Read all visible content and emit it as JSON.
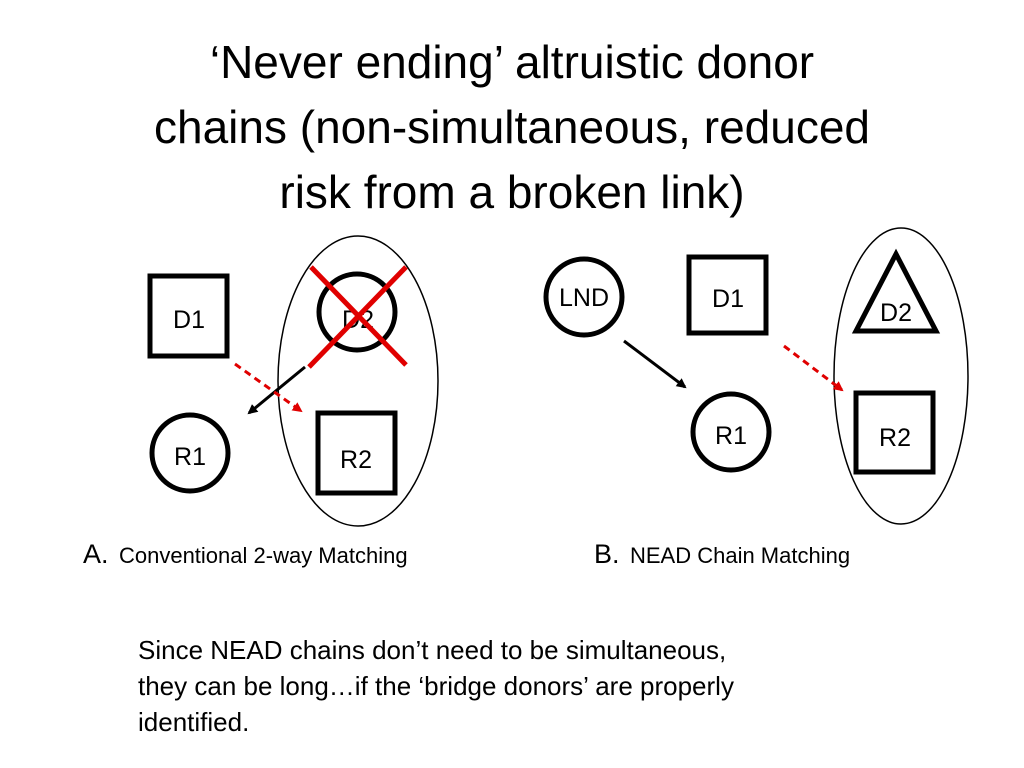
{
  "title": {
    "line1": "‘Never ending’ altruistic donor",
    "line2": "chains (non-simultaneous, reduced",
    "line3": "risk from a broken link)"
  },
  "panel_a": {
    "nodes": {
      "d1": "D1",
      "d2": "D2",
      "r1": "R1",
      "r2": "R2"
    },
    "caption_prefix": "A.",
    "caption_text": "Conventional 2-way Matching"
  },
  "panel_b": {
    "nodes": {
      "lnd": "LND",
      "d1": "D1",
      "d2": "D2",
      "r1": "R1",
      "r2": "R2"
    },
    "caption_prefix": "B.",
    "caption_text": "NEAD Chain Matching"
  },
  "note": {
    "line1": "Since NEAD chains don’t need to be simultaneous,",
    "line2": "they can be long…if the ‘bridge donors’ are properly",
    "line3": "identified."
  },
  "colors": {
    "ink": "#000000",
    "red": "#e00000",
    "background": "#ffffff"
  }
}
